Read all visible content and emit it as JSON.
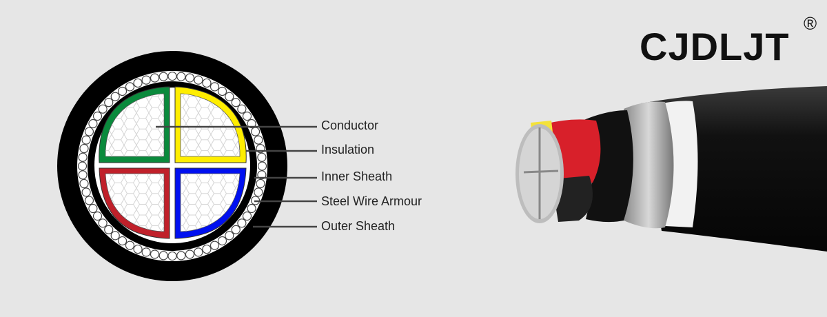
{
  "brand": {
    "logo": "CJDLJT",
    "registered": "®"
  },
  "labels": [
    "Conductor",
    "Insulation",
    "Inner Sheath",
    "Steel Wire Armour",
    "Outer Sheath"
  ],
  "colors": {
    "core1": "#0a8a3c",
    "core2": "#ffee00",
    "core3": "#c0202a",
    "core4": "#0010f0",
    "sheath": "#000000",
    "background": "#e6e6e6"
  }
}
